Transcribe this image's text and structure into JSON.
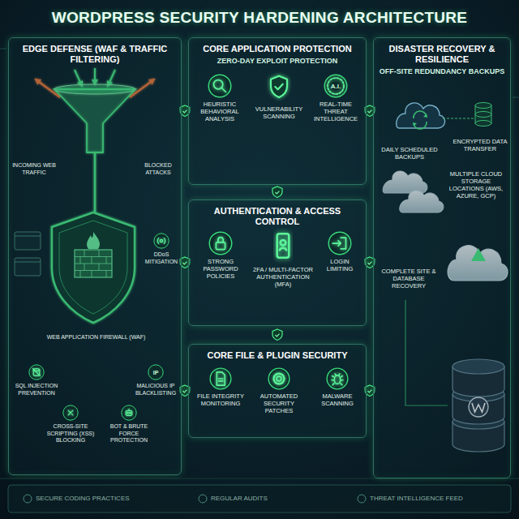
{
  "diagram": {
    "title": "WORDPRESS SECURITY HARDENING ARCHITECTURE",
    "nodes": [
      {
        "text": [
          "EDGE DEFENSE (WAF & TRAFFIC FILTERING)"
        ]
      },
      {
        "text": [
          "INCOMING WEB TRAFFIC"
        ],
        "in": 0
      },
      {
        "text": [
          "BLOCKED ATTACKS"
        ],
        "in": 0
      },
      {
        "text": [
          "DDoS MITIGATION"
        ],
        "in": 0
      },
      {
        "text": [
          "WEB APPLICATION FIREWALL (WAF)"
        ],
        "in": 0
      },
      {
        "text": [
          "SQL INJECTION PREVENTION"
        ],
        "in": 0
      },
      {
        "text": [
          "CROSS-SITE SCRIPTING (XSS) BLOCKING"
        ],
        "in": 0
      },
      {
        "text": [
          "BOT & BRUTE FORCE PROTECTION"
        ],
        "in": 0
      },
      {
        "text": [
          "MALICIOUS IP BLACKLISTING"
        ],
        "in": 0
      },
      {
        "text": [
          "CORE APPLICATION PROTECTION",
          "ZERO-DAY EXPLOIT PROTECTION"
        ]
      },
      {
        "text": [
          "HEURISTIC BEHAVIORAL ANALYSIS"
        ],
        "in": 9
      },
      {
        "text": [
          "VULNERABILITY SCANNING"
        ],
        "in": 9
      },
      {
        "text": [
          "REAL-TIME THREAT INTELLIGENCE"
        ],
        "in": 9
      },
      {
        "text": [
          "AUTHENTICATION & ACCESS CONTROL"
        ]
      },
      {
        "text": [
          "STRONG PASSWORD POLICIES"
        ],
        "in": 13
      },
      {
        "text": [
          "2FA / MULTI-FACTOR AUTHENTICATION (MFA)"
        ],
        "in": 13
      },
      {
        "text": [
          "LOGIN LIMITING"
        ],
        "in": 13
      },
      {
        "text": [
          "CORE FILE & PLUGIN SECURITY"
        ]
      },
      {
        "text": [
          "FILE INTEGRITY MONITORING"
        ],
        "in": 17
      },
      {
        "text": [
          "AUTOMATED SECURITY PATCHES"
        ],
        "in": 17
      },
      {
        "text": [
          "MALWARE SCANNING"
        ],
        "in": 17
      },
      {
        "text": [
          "DISASTER RECOVERY & RESILIENCE",
          "OFF-SITE REDUNDANCY BACKUPS"
        ]
      },
      {
        "text": [
          "DAILY SCHEDULED BACKUPS"
        ],
        "in": 21
      },
      {
        "text": [
          "ENCRYPTED DATA TRANSFER"
        ],
        "in": 21
      },
      {
        "text": [
          "MULTIPLE CLOUD STORAGE LOCATIONS (AWS, AZURE, GCP)"
        ],
        "in": 21
      },
      {
        "text": [
          "COMPLETE SITE & DATABASE RECOVERY"
        ],
        "in": 21
      }
    ],
    "edges": [
      {
        "from": 0,
        "to": 9,
        "arrow": "none"
      },
      {
        "from": 0,
        "to": 13,
        "arrow": "none"
      },
      {
        "from": 0,
        "to": 17,
        "arrow": "none"
      },
      {
        "from": 9,
        "to": 13,
        "arrow": "none"
      },
      {
        "from": 13,
        "to": 17,
        "arrow": "none"
      },
      {
        "from": 9,
        "to": 21,
        "arrow": "none"
      },
      {
        "from": 13,
        "to": 21,
        "arrow": "none"
      },
      {
        "from": 17,
        "to": 21,
        "arrow": "none"
      },
      {
        "from": 4,
        "to": 5,
        "arrow": "none"
      },
      {
        "from": 4,
        "to": 6,
        "arrow": "none"
      },
      {
        "from": 4,
        "to": 7,
        "arrow": "none"
      },
      {
        "from": 4,
        "to": 8,
        "arrow": "none"
      }
    ],
    "labels": [
      "A.I.",
      "IP",
      "SECURE CODING PRACTICES",
      "REGULAR AUDITS",
      "THREAT INTELLIGENCE FEED"
    ]
  }
}
